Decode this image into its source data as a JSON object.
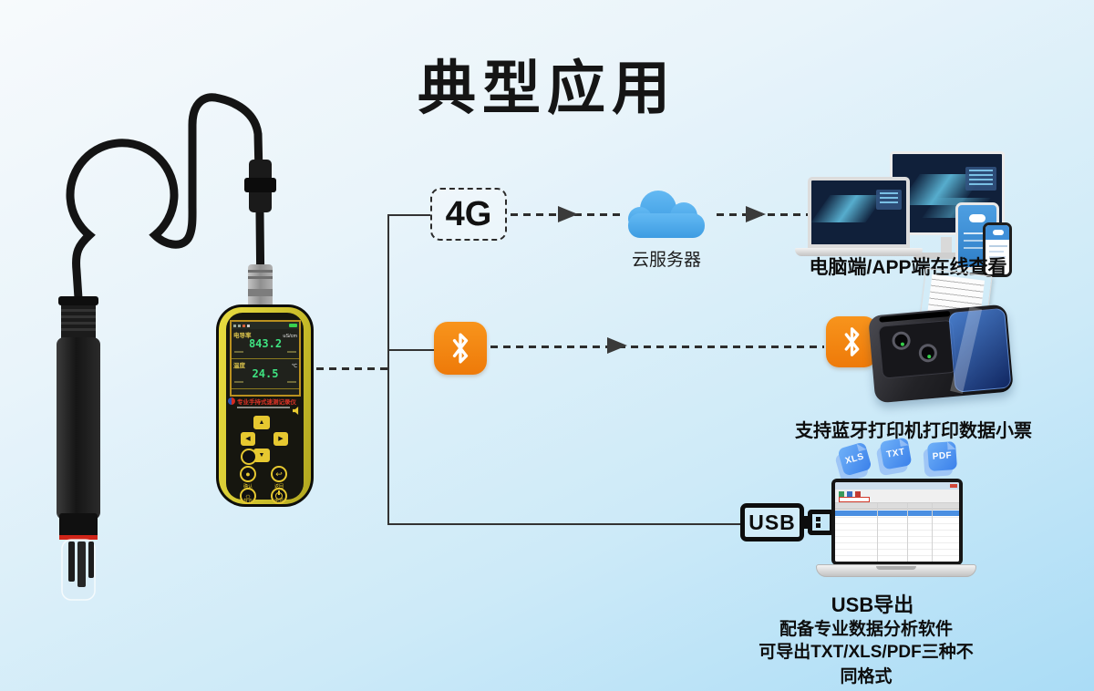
{
  "title": "典型应用",
  "device": {
    "screen": {
      "param1_label": "电导率",
      "param1_unit": "uS/cm",
      "param1_value": "843.2",
      "param2_label": "温度",
      "param2_unit": "℃",
      "param2_value": "24.5"
    },
    "brand_text": "专业手持式速测记录仪",
    "keys": {
      "up": "▲",
      "down": "▼",
      "left": "◀",
      "right": "▶"
    },
    "buttons": {
      "confirm": "确认",
      "back": "返回",
      "backlight": "背光",
      "power": "电源"
    },
    "glyphs": {
      "confirm": "●",
      "back": "↩",
      "backlight": "☼"
    }
  },
  "branch_4g": {
    "badge": "4G",
    "cloud_label": "云服务器",
    "caption": "电脑端/APP端在线查看"
  },
  "branch_bt": {
    "caption": "支持蓝牙打印机打印数据小票"
  },
  "branch_usb": {
    "badge": "USB",
    "files": [
      "XLS",
      "TXT",
      "PDF"
    ],
    "caption_title": "USB导出",
    "caption_line1": "配备专业数据分析软件",
    "caption_line2": "可导出TXT/XLS/PDF三种不同格式"
  },
  "colors": {
    "accent_orange": "#F5830F",
    "cloud_blue": "#4AA7E9",
    "screen_green": "#3FE381",
    "device_yellow": "#DCCF34"
  }
}
